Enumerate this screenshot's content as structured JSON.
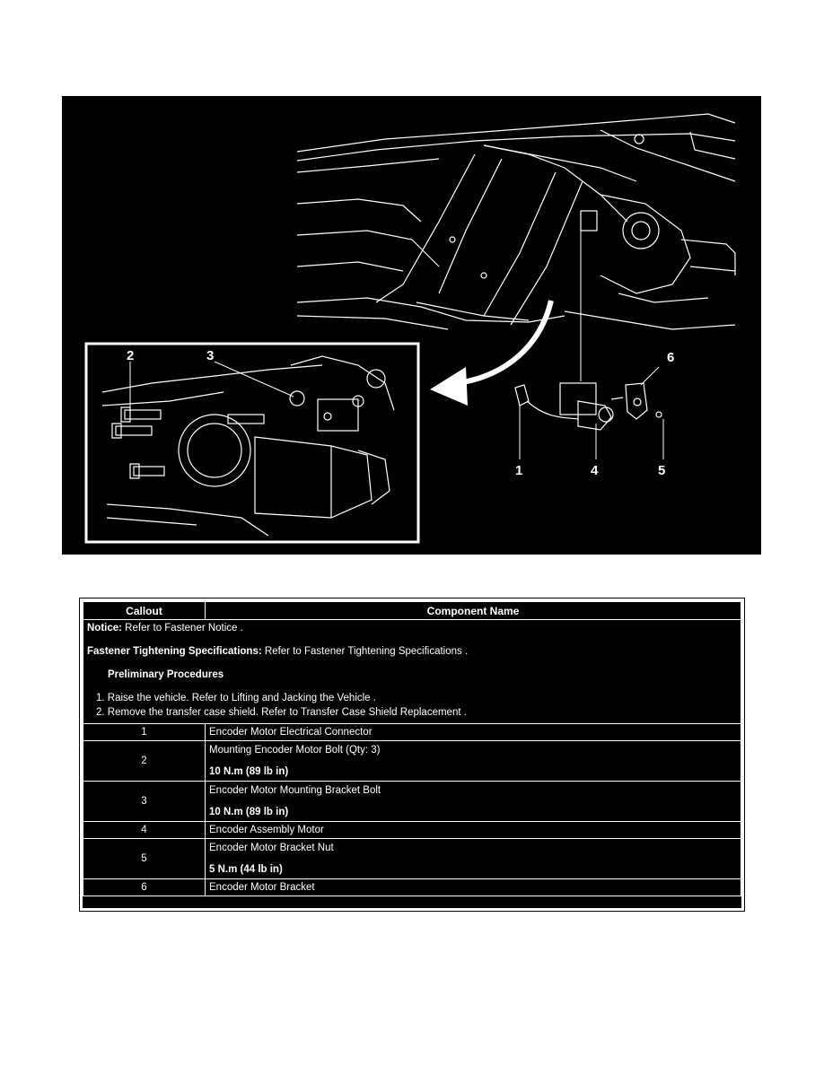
{
  "figure": {
    "callouts": [
      "1",
      "2",
      "3",
      "4",
      "5",
      "6"
    ]
  },
  "table": {
    "headers": {
      "callout": "Callout",
      "component": "Component Name"
    },
    "notice_label": "Notice:",
    "notice_text": " Refer to Fastener Notice .",
    "fastener_label": "Fastener Tightening Specifications:",
    "fastener_text": " Refer to Fastener Tightening Specifications .",
    "preliminary_heading": "Preliminary Procedures",
    "steps": [
      "1.  Raise the vehicle. Refer to Lifting and Jacking the Vehicle .",
      "2.  Remove the transfer case shield. Refer to Transfer Case Shield Replacement ."
    ],
    "rows": [
      {
        "callout": "1",
        "name": "Encoder Motor Electrical Connector",
        "torque": ""
      },
      {
        "callout": "2",
        "name": "Mounting Encoder Motor Bolt (Qty: 3)",
        "torque": "10 N.m (89 lb in)"
      },
      {
        "callout": "3",
        "name": "Encoder Motor Mounting Bracket Bolt",
        "torque": "10 N.m (89 lb in)"
      },
      {
        "callout": "4",
        "name": "Encoder Assembly Motor",
        "torque": ""
      },
      {
        "callout": "5",
        "name": "Encoder Motor Bracket Nut",
        "torque": "5 N.m (44 lb in)"
      },
      {
        "callout": "6",
        "name": "Encoder Motor Bracket",
        "torque": ""
      }
    ]
  }
}
